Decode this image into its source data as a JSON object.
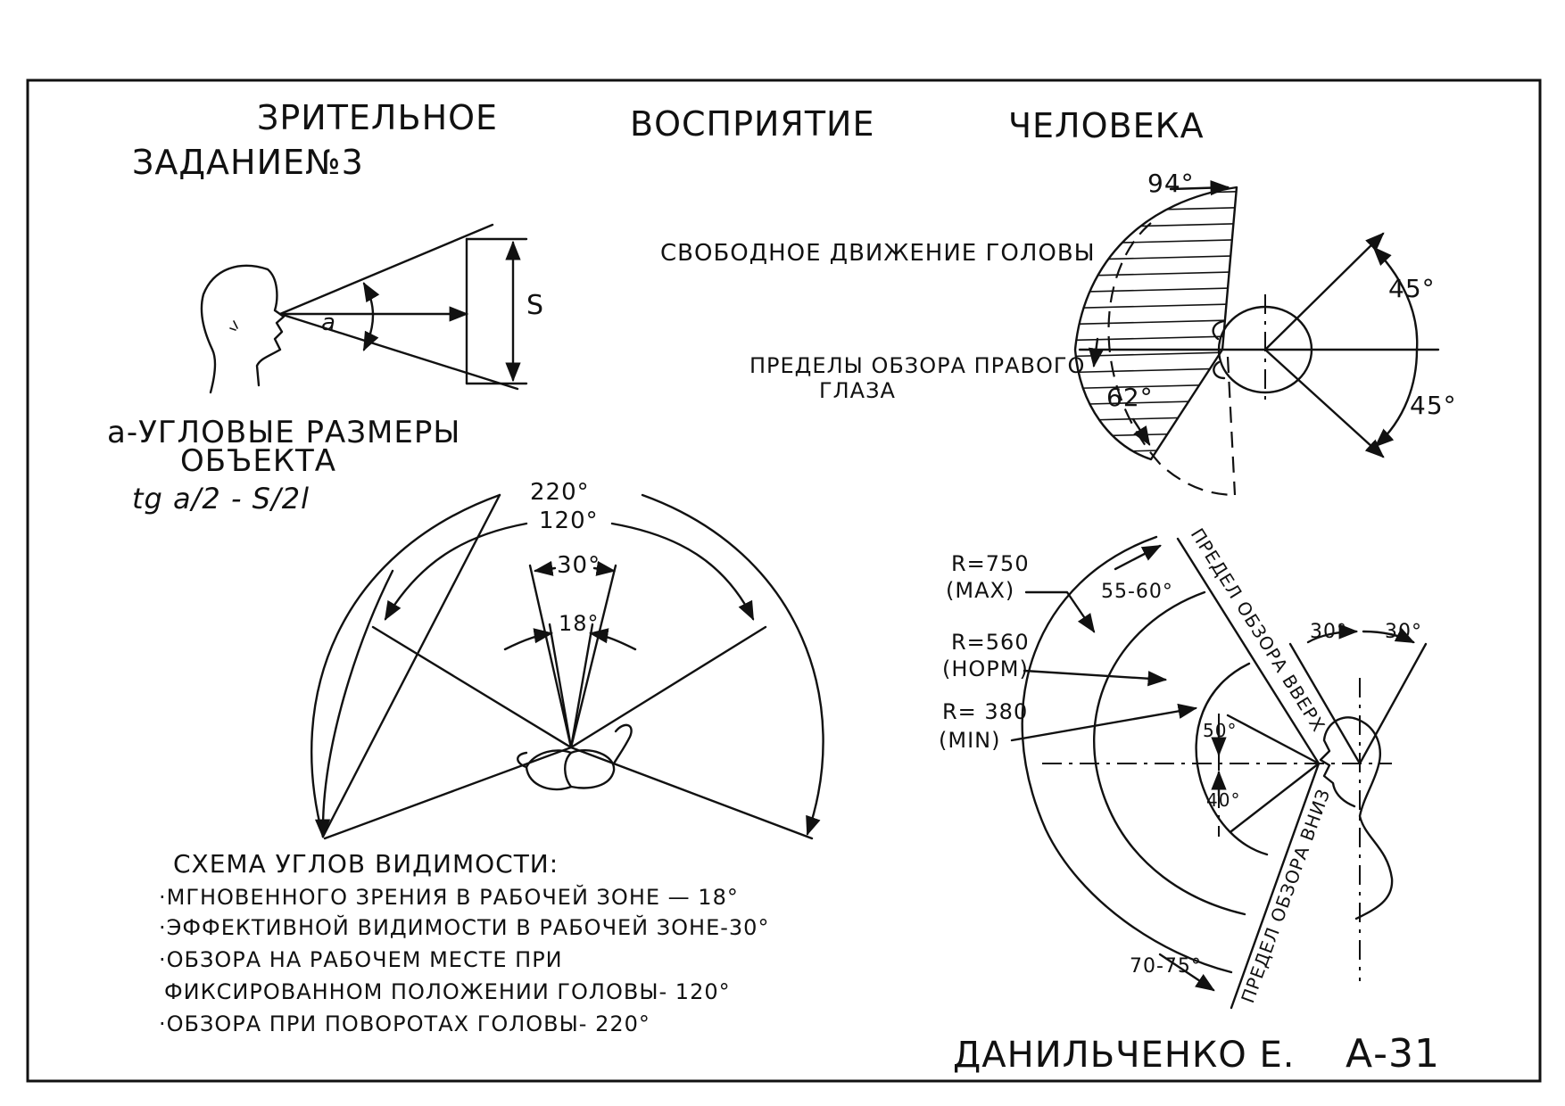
{
  "title": {
    "part1": "ЗРИТЕЛЬНОЕ",
    "part2": "ВОСПРИЯТИЕ",
    "part3": "ЧЕЛОВЕКА"
  },
  "task": "ЗАДАНИЕ№3",
  "angular_size": {
    "alpha_label": "a",
    "s_label": "S",
    "caption_line1": "a-УГЛОВЫЕ РАЗМЕРЫ",
    "caption_line2": "ОБЪЕКТА",
    "formula": "tg a/2 - S/2l"
  },
  "head_movement": {
    "free_movement_label": "СВОБОДНОЕ ДВИЖЕНИЕ ГОЛОВЫ",
    "right_eye_label_line1": "ПРЕДЕЛЫ ОБЗОРА ПРАВОГО",
    "right_eye_label_line2": "ГЛАЗА",
    "angle_94": "94°",
    "angle_62": "62°",
    "angle_45_top": "45°",
    "angle_45_bottom": "45°"
  },
  "visibility_scheme": {
    "angle_220": "220°",
    "angle_120": "120°",
    "angle_30": "30°",
    "angle_18": "18°",
    "caption_title": "СХЕМА УГЛОВ ВИДИМОСТИ:",
    "lines": [
      "·МГНОВЕННОГО ЗРЕНИЯ В РАБОЧЕЙ ЗОНЕ — 18°",
      "·ЭФФЕКТИВНОЙ ВИДИМОСТИ В РАБОЧЕЙ ЗОНЕ-30°",
      "·ОБЗОРА НА РАБОЧЕМ МЕСТЕ ПРИ",
      "ФИКСИРОВАННОМ ПОЛОЖЕНИИ ГОЛОВЫ- 120°",
      "·ОБЗОРА ПРИ ПОВОРОТАХ ГОЛОВЫ- 220°"
    ]
  },
  "vertical_view": {
    "r_max_line1": "R=750",
    "r_max_line2": "(MAX)",
    "r_norm_line1": "R=560",
    "r_norm_line2": "(НОРМ)",
    "r_min_line1": "R= 380",
    "r_min_line2": "(MIN)",
    "angle_55_60": "55-60°",
    "angle_70_75": "70-75°",
    "angle_50": "50°",
    "angle_40": "40°",
    "angle_30_left": "30°",
    "angle_30_right": "30°",
    "limit_up": "ПРЕДЕЛ ОБЗОРА ВВЕРХ",
    "limit_down": "ПРЕДЕЛ ОБЗОРА ВНИЗ"
  },
  "signature": {
    "author": "ДАНИЛЬЧЕНКО Е.",
    "group": "А-31"
  }
}
